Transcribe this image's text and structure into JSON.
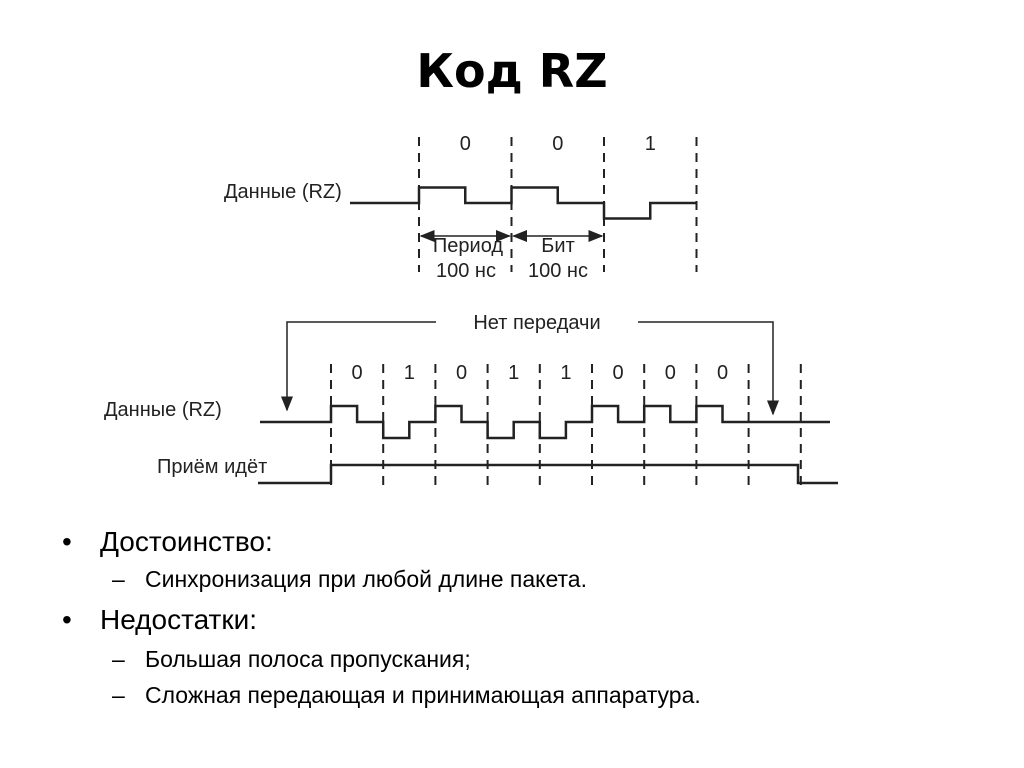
{
  "title": "Код RZ",
  "diagram_top": {
    "signal_label": "Данные (RZ)",
    "bits": [
      "0",
      "0",
      "1"
    ],
    "period_label": "Период",
    "period_value": "100 нс",
    "bit_label": "Бит",
    "bit_value": "100 нс"
  },
  "diagram_bottom": {
    "no_transmission_label": "Нет передачи",
    "signal_label": "Данные (RZ)",
    "receive_label": "Приём идёт",
    "bits": [
      "0",
      "1",
      "0",
      "1",
      "1",
      "0",
      "0",
      "0"
    ]
  },
  "bullets": [
    {
      "text": "Достоинство:",
      "sub": [
        "Синхронизация при любой длине пакета."
      ]
    },
    {
      "text": "Недостатки:",
      "sub": [
        "Большая полоса пропускания;",
        "Сложная передающая и принимающая аппаратура."
      ]
    }
  ],
  "bullet_symbol": "•",
  "sub_symbol": "–"
}
